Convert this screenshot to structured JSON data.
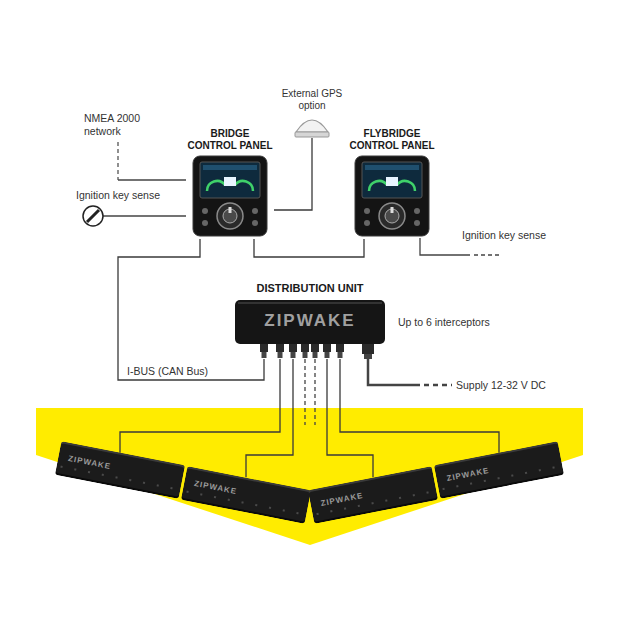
{
  "diagram": {
    "nodes": [
      {
        "text": [
          "External GPS option"
        ]
      },
      {
        "text": [
          "BRIDGE CONTROL PANEL"
        ]
      },
      {
        "text": [
          "FLYBRIDGE CONTROL PANEL"
        ]
      },
      {
        "text": [
          "DISTRIBUTION UNIT",
          "ZIPWAKE"
        ]
      },
      {
        "text": [
          "ZIPWAKE"
        ]
      },
      {
        "text": [
          "ZIPWAKE"
        ]
      },
      {
        "text": [
          "ZIPWAKE"
        ]
      },
      {
        "text": [
          "ZIPWAKE"
        ]
      }
    ],
    "edges": [
      {
        "from": 0,
        "to": 1,
        "arrow": "none"
      },
      {
        "from": 1,
        "to": 3,
        "label": "I-BUS (CAN Bus)",
        "arrow": "none"
      },
      {
        "from": 1,
        "to": 2,
        "arrow": "none"
      },
      {
        "from": 3,
        "to": 4,
        "arrow": "none"
      },
      {
        "from": 3,
        "to": 5,
        "arrow": "none"
      },
      {
        "from": 3,
        "to": 6,
        "arrow": "none"
      },
      {
        "from": 3,
        "to": 7,
        "arrow": "none"
      }
    ],
    "labels": [
      "NMEA 2000 network",
      "Ignition key sense",
      "Ignition key sense",
      "Up to 6 interceptors",
      "Supply 12-32 V DC"
    ]
  }
}
